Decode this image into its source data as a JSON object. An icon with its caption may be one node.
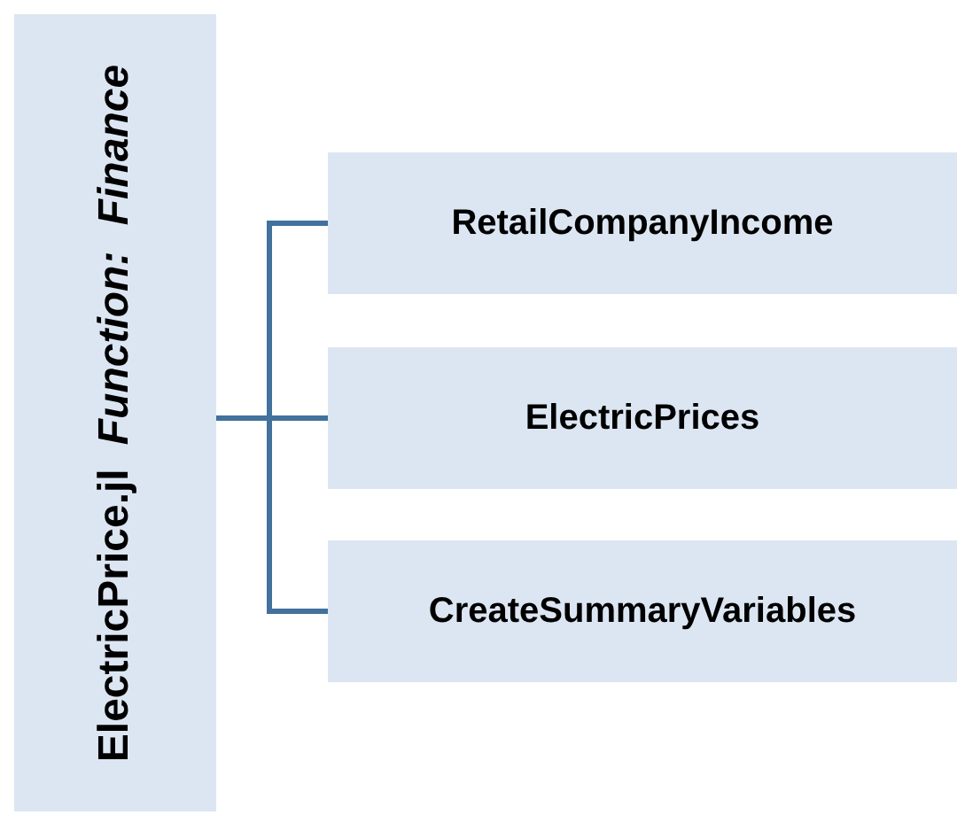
{
  "diagram": {
    "nodes": [
      {
        "text": [
          "ElectricPrice.jl",
          "Function: Finance"
        ]
      },
      {
        "text": [
          "RetailCompanyIncome"
        ]
      },
      {
        "text": [
          "ElectricPrices"
        ]
      },
      {
        "text": [
          "CreateSummaryVariables"
        ]
      }
    ],
    "edges": [
      {
        "from": 0,
        "to": 1,
        "arrow": "none"
      },
      {
        "from": 0,
        "to": 2,
        "arrow": "none"
      },
      {
        "from": 0,
        "to": 3,
        "arrow": "none"
      }
    ]
  }
}
